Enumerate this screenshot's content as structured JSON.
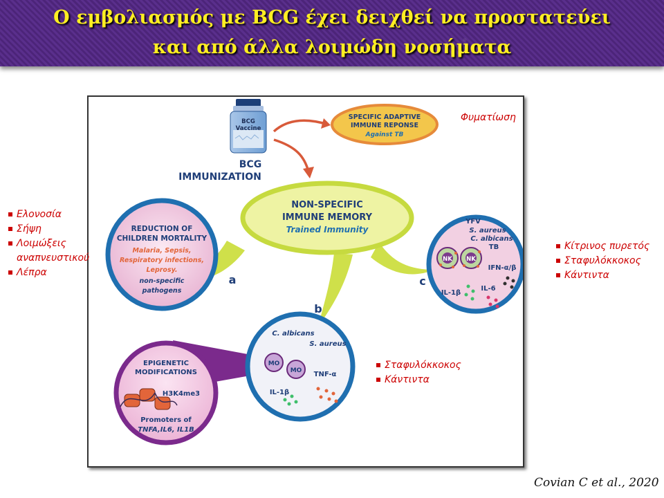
{
  "title": {
    "line1": "Ο εμβολιασμός με BCG έχει δειχθεί να προστατεύει",
    "line2": "και από άλλα λοιμώδη νοσήματα"
  },
  "figure": {
    "vaccine_label": "BCG Vaccine",
    "immunization": [
      "BCG",
      "IMMUNIZATION"
    ],
    "adaptive": [
      "SPECIFIC ADAPTIVE",
      "IMMUNE REPONSE",
      "Against TB"
    ],
    "center": [
      "NON-SPECIFIC",
      "IMMUNE MEMORY",
      "Trained Immunity"
    ],
    "panel_a": {
      "heading": [
        "REDUCTION OF",
        "CHILDREN MORTALITY"
      ],
      "items": [
        "Malaria, Sepsis,",
        "Respiratory infections,",
        "Leprosy."
      ],
      "extra": [
        "non-specific",
        "pathogens"
      ],
      "letter": "a"
    },
    "panel_b": {
      "letter": "b",
      "pathogens": [
        "C. albicans",
        "S. aureus"
      ],
      "cells": [
        "MO",
        "MO"
      ],
      "cytokines": [
        "IL-1β",
        "TNF-α"
      ]
    },
    "panel_c": {
      "letter": "c",
      "pathogens": [
        "YFV",
        "S. aureus",
        "C. albicans",
        "TB"
      ],
      "cells": [
        "NK",
        "NK"
      ],
      "cytokines": [
        "IFN-α/β",
        "IL-1β",
        "IL-6"
      ]
    },
    "epigenetic": {
      "heading": [
        "EPIGENETIC",
        "MODIFICATIONS"
      ],
      "mark": "H3K4me3",
      "promoters": [
        "Promoters of",
        "TNFA,IL6, IL1B"
      ]
    }
  },
  "annotations": {
    "tb": "Φυματίωση",
    "left_list": [
      "Ελονοσία",
      "Σήψη",
      "Λοιμώξεις",
      "αναπνευστικού",
      "Λέπρα"
    ],
    "right_list": [
      "Κίτρινος πυρετός",
      "Σταφυλόκκοκος",
      "Κάντιντα"
    ],
    "bottom_list": [
      "Σταφυλόκκοκος",
      "Κάντιντα"
    ]
  },
  "citation": "Covian C et al., 2020",
  "colors": {
    "banner": "#4c2479",
    "title": "#ffee22",
    "teal_ring": "#1f6fb0",
    "yellow_green": "#cfe04a",
    "purple_ring": "#7b2a8c",
    "red_text": "#cc0000"
  }
}
